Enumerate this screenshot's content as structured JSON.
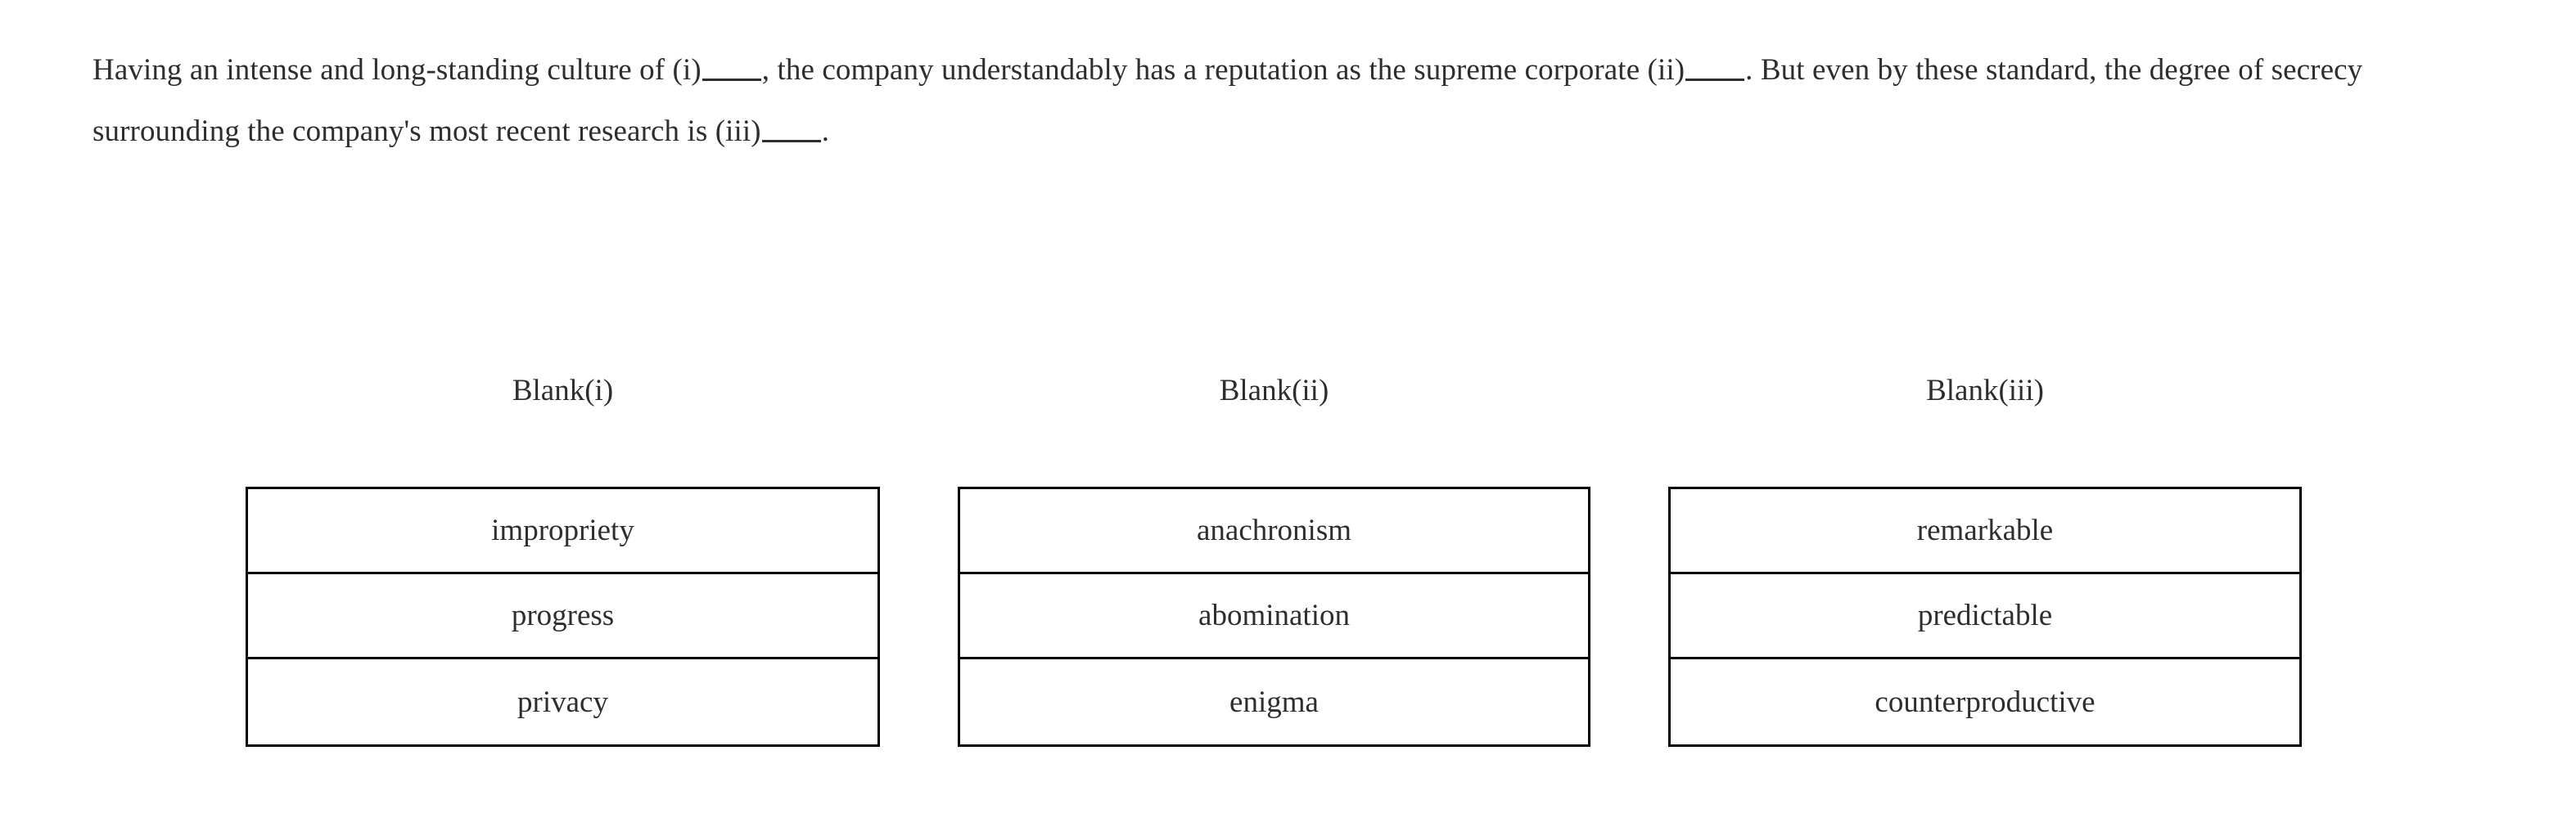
{
  "question": {
    "segments": [
      {
        "type": "text",
        "value": "Having an intense and long-standing culture of (i)"
      },
      {
        "type": "blank",
        "value": "_____"
      },
      {
        "type": "text",
        "value": ", the company understandably has a reputation as the supreme corporate (ii)"
      },
      {
        "type": "blank",
        "value": "_____"
      },
      {
        "type": "text",
        "value": ". But even by these standard, the degree of secrecy surrounding the company's most recent research is (iii)"
      },
      {
        "type": "blank",
        "value": "_____"
      },
      {
        "type": "text",
        "value": "."
      }
    ],
    "part1": "Having an intense and long-standing culture of (i)",
    "part2": ", the company understandably has a reputation as the supreme corporate (ii)",
    "part3": ". But even by these standard, the degree of secrecy surrounding the company's most recent research is (iii)",
    "part4": ".",
    "full_text": "Having an intense and long-standing culture of (i)_____, the company understandably has a reputation as the supreme corporate (ii)_____. But even by these standard, the degree of secrecy surrounding the company's most recent research is (iii)_____."
  },
  "columns": [
    {
      "header": "Blank(i)",
      "options": [
        {
          "label": "impropriety"
        },
        {
          "label": "progress"
        },
        {
          "label": "privacy"
        }
      ]
    },
    {
      "header": "Blank(ii)",
      "options": [
        {
          "label": "anachronism"
        },
        {
          "label": "abomination"
        },
        {
          "label": "enigma"
        }
      ]
    },
    {
      "header": "Blank(iii)",
      "options": [
        {
          "label": "remarkable"
        },
        {
          "label": "predictable"
        },
        {
          "label": "counterproductive"
        }
      ]
    }
  ],
  "colors": {
    "text": "#2e2e2e",
    "border": "#000000",
    "background": "#ffffff"
  }
}
